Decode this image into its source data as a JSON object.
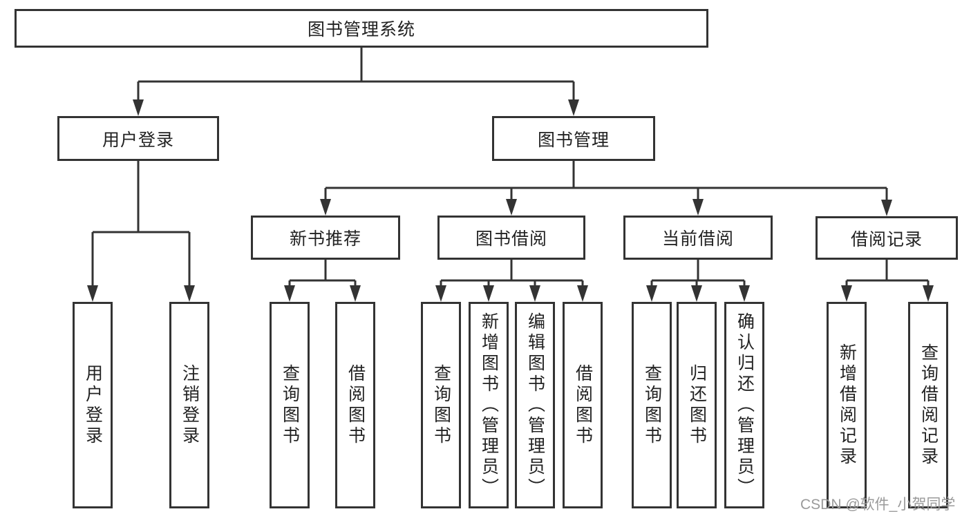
{
  "diagram": {
    "root": {
      "label": "图书管理系统"
    },
    "branches": [
      {
        "label": "用户登录",
        "leaves": [
          {
            "label": "用户登录"
          },
          {
            "label": "注销登录"
          }
        ]
      },
      {
        "label": "图书管理",
        "groups": [
          {
            "label": "新书推荐",
            "leaves": [
              {
                "label": "查询图书"
              },
              {
                "label": "借阅图书"
              }
            ]
          },
          {
            "label": "图书借阅",
            "leaves": [
              {
                "label": "查询图书"
              },
              {
                "label": "新增图书（管理员）"
              },
              {
                "label": "编辑图书（管理员）"
              },
              {
                "label": "借阅图书"
              }
            ]
          },
          {
            "label": "当前借阅",
            "leaves": [
              {
                "label": "查询图书"
              },
              {
                "label": "归还图书"
              },
              {
                "label": "确认归还（管理员）"
              }
            ]
          },
          {
            "label": "借阅记录",
            "leaves": [
              {
                "label": "新增借阅记录"
              },
              {
                "label": "查询借阅记录"
              }
            ]
          }
        ]
      }
    ]
  },
  "watermark": {
    "text": "CSDN @软件_小贺同学"
  },
  "colors": {
    "line": "#333333",
    "box_border": "#333333",
    "text": "#222222",
    "watermark": "#9a9a9a",
    "background": "#ffffff"
  }
}
